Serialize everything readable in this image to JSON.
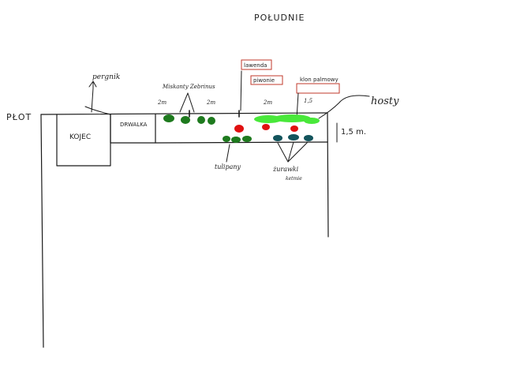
{
  "compass": {
    "south": "POŁUDNIE"
  },
  "fence": {
    "label": "PŁOT"
  },
  "structures": {
    "pen": "KOJEC",
    "woodshed": "DRWALKA",
    "pergola": "pergnik"
  },
  "plants": {
    "miscanthus": "Miskanty Zebrinus",
    "lavender": "lawenda",
    "peonies": "piwonie",
    "maple": "klon palmowy",
    "hostas": "hosty",
    "tulips": "tulipany",
    "heuchera": "żurawki",
    "hibiscus": "ketmie"
  },
  "measurements": {
    "m2_left": "2m",
    "m2_mid": "2m",
    "m2_right": "2m",
    "m15_small": "1,5",
    "bed_width": "1,5 m."
  },
  "colors": {
    "dark_green": "#1e7a1e",
    "light_green": "#49e83a",
    "red": "#e01010",
    "teal": "#13545c",
    "ink": "#1a1a1a",
    "label_box": "#c0392b"
  }
}
